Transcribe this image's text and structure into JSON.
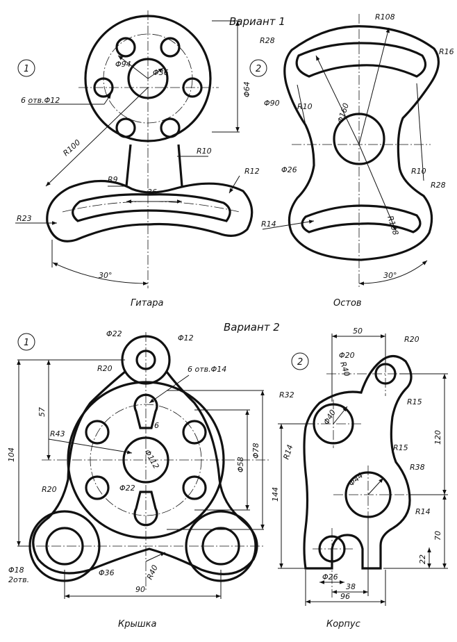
{
  "variant1": {
    "title": "Вариант 1",
    "fig1": {
      "number": "1",
      "caption": "Гитара",
      "dims": {
        "d94": "Φ94",
        "d36": "Φ36",
        "d64": "Φ64",
        "holes": "6 отв.Φ12",
        "r100": "R100",
        "r10": "R10",
        "r9": "R9",
        "w36": "36",
        "r12": "R12",
        "r23": "R23",
        "a30": "30°"
      }
    },
    "fig2": {
      "number": "2",
      "caption": "Остов",
      "dims": {
        "r108a": "R108",
        "r28a": "R28",
        "r16": "R16",
        "d160": "Φ160",
        "r10a": "R10",
        "d90": "Φ90",
        "d26": "Φ26",
        "r10b": "R10",
        "r28b": "R28",
        "r14": "R14",
        "r108b": "R108",
        "a30": "30°"
      }
    }
  },
  "variant2": {
    "title": "Вариант 2",
    "fig1": {
      "number": "1",
      "caption": "Крышка",
      "dims": {
        "d22a": "Φ22",
        "d12": "Φ12",
        "r20a": "R20",
        "holes": "6 отв.Φ14",
        "v57": "57",
        "v104": "104",
        "r43": "R43",
        "w6": "6",
        "d112": "Φ112",
        "d22b": "Φ22",
        "d58": "Φ58",
        "d78": "Φ78",
        "r20b": "R20",
        "d18": "Φ18",
        "holes2": "2отв.",
        "d36": "Φ36",
        "r40": "R40",
        "w90": "90"
      }
    },
    "fig2": {
      "number": "2",
      "caption": "Корпус",
      "dims": {
        "w50": "50",
        "d20": "Φ20",
        "r20": "R20",
        "r40": "R40",
        "r15a": "R15",
        "r32": "R32",
        "d40": "Φ40",
        "v120": "120",
        "r14a": "R14",
        "r15b": "R15",
        "r38": "R38",
        "v144": "144",
        "d44": "Φ44",
        "r14b": "R14",
        "v70": "70",
        "v22": "22",
        "d26": "Φ26",
        "w38": "38",
        "w96": "96"
      }
    }
  }
}
